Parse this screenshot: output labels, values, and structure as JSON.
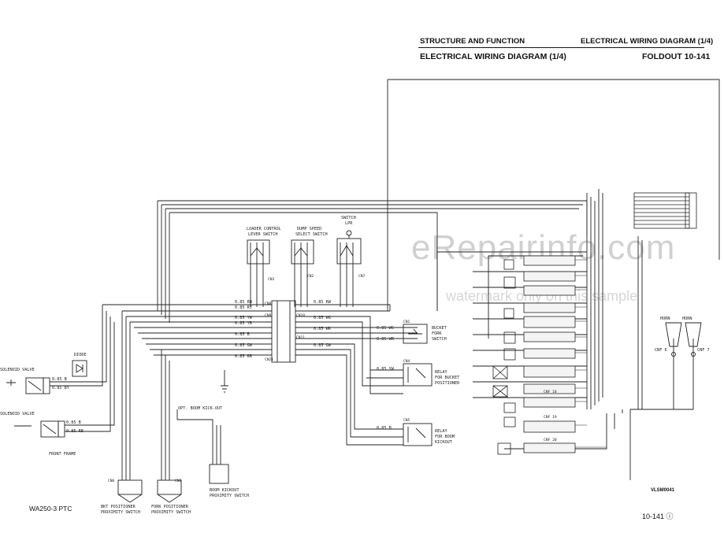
{
  "header": {
    "section": "STRUCTURE AND FUNCTION",
    "title_right": "ELECTRICAL WIRING DIAGRAM (1/4)",
    "subtitle": "ELECTRICAL WIRING DIAGRAM (1/4)",
    "foldout": "FOLDOUT 10-141"
  },
  "footer": {
    "model": "WA250-3 PTC",
    "page": "10-141 ⓘ",
    "drawing_code": "VLSM0041"
  },
  "watermark": {
    "main": "eRepairinfo.com",
    "sub": "watermark only on this sample"
  },
  "labels": {
    "loader_control": "LOADER CONTROL",
    "lever_switch": "LEVER SWITCH",
    "dump_speed": "DUMP SPEED",
    "select_switch": "SELECT SWITCH",
    "switch": "SWITCH",
    "lpr": "LPR",
    "diode": "DIODE",
    "solenoid_valve_1": "SOLENOID VALVE",
    "solenoid_valve_2": "SOLENOID VALVE",
    "front_frame": "FRONT FRAME",
    "opt_boom": "OPT. BOOM KICK-OUT",
    "bucket_fork": "BUCKET",
    "fork": "FORK",
    "switch2": "SWITCH",
    "relay_bucket_1": "RELAY",
    "relay_bucket_2": "FOR BUCKET",
    "relay_bucket_3": "POSITIONER",
    "relay_boom_1": "RELAY",
    "relay_boom_2": "FOR BOOM",
    "relay_boom_3": "KICKOUT",
    "bkt_pos_1": "BKT POSITIONER",
    "bkt_pos_2": "PROXIMITY SWITCH",
    "fork_pos_1": "FORK POSITIONER",
    "fork_pos_2": "PROXIMITY SWITCH",
    "boom_kickout_1": "BOOM KICKOUT",
    "boom_kickout_2": "PROXIMITY SWITCH",
    "horn_a": "HORN",
    "horn_b": "HORN",
    "cnf6": "CNF 6",
    "cnf7": "CNF 7",
    "cnf18": "CNF 18",
    "cnf19": "CNF 19",
    "cnf20": "CNF 20"
  },
  "connectors": [
    "CN3",
    "CN2",
    "CN7",
    "CN8",
    "CN9",
    "CN10",
    "CN11",
    "CN21",
    "CN1",
    "CN4",
    "CN5",
    "CN6",
    "CN8"
  ],
  "wires": {
    "w1": "0.85 RW",
    "w2": "0.85 RY",
    "w3": "0.85 YW",
    "w4": "0.85 YB",
    "w5": "0.85 B",
    "w6": "0.85 GW",
    "w7": "0.85 RB",
    "w8": "0.85 WG",
    "w9": "0.85 WR",
    "w10": "0.85 BY"
  }
}
